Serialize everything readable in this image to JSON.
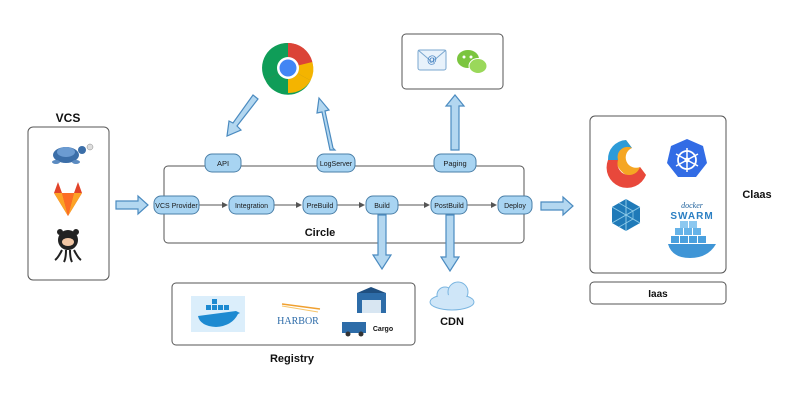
{
  "labels": {
    "vcs": "VCS",
    "circle": "Circle",
    "registry": "Registry",
    "cdn": "CDN",
    "caas": "Claas",
    "iaas": "Iaas"
  },
  "top_nodes": {
    "api": "API",
    "logserver": "LogServer",
    "paging": "Paging"
  },
  "pipeline": [
    "VCS Provider",
    "Integration",
    "PreBuild",
    "Build",
    "PostBuild",
    "Deploy"
  ],
  "logos": {
    "harbor_text": "HARBOR",
    "cargo_text": "Cargo",
    "docker_text": "docker",
    "swarm_text": "SWARM",
    "mail_at": "@"
  },
  "icons": {
    "browser": "chrome-icon",
    "mail": "mail-icon",
    "chat": "wechat-icon",
    "cvs_turtle": "turtle-icon",
    "gitlab": "gitlab-icon",
    "github": "github-octocat-icon",
    "docker": "docker-whale-icon",
    "cargo": "cargo-truck-icon",
    "cloud": "cloud-icon",
    "rancher": "rancher-icon",
    "kubernetes": "kubernetes-icon",
    "mesos": "mesos-icon",
    "swarm": "docker-swarm-icon"
  },
  "colors": {
    "node_fill": "#a8d4f2",
    "node_stroke": "#4a7fa8",
    "arrow_fill": "#b3d7f0"
  }
}
